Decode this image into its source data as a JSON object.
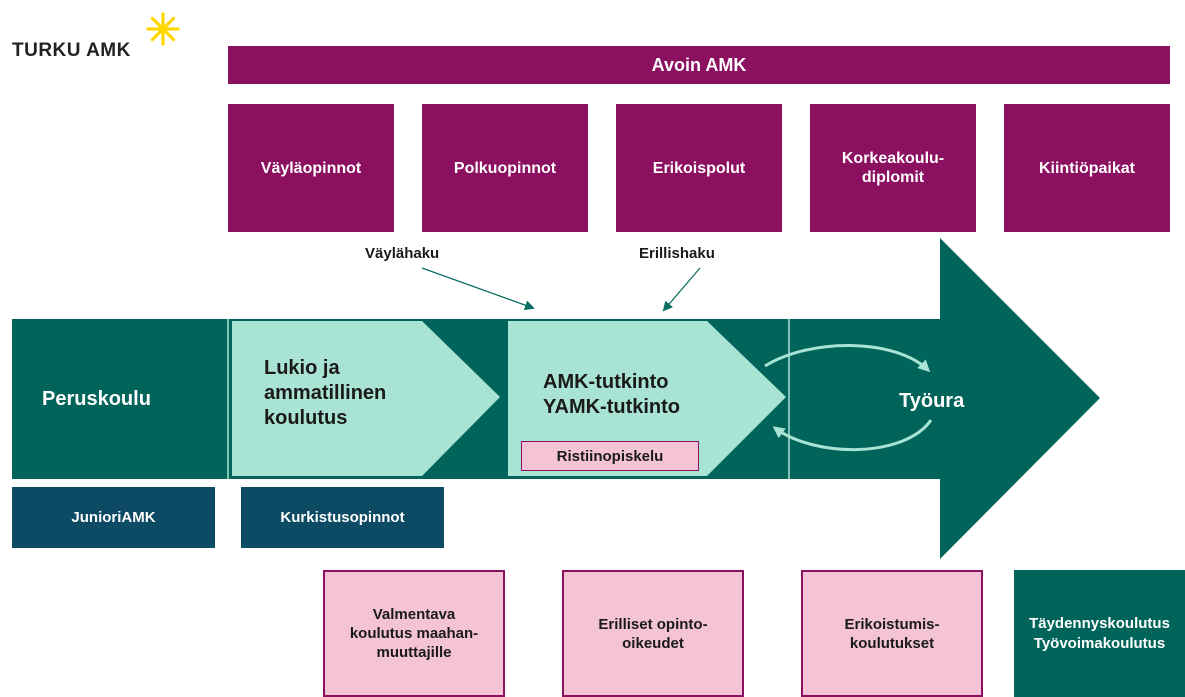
{
  "logo": {
    "text": "TURKU AMK",
    "star_color": "#ffd700"
  },
  "colors": {
    "purple": "#8c1060",
    "dark_green": "#00645a",
    "mint": "#a9e3d3",
    "pink": "#f4c3d6",
    "navy": "#0d4a63"
  },
  "top_banner": "Avoin AMK",
  "top_boxes": [
    "Väyläopinnot",
    "Polkuopinnot",
    "Erikoispolut",
    "Korkeakoulu-\ndiplomit",
    "Kiintiöpaikat"
  ],
  "routes": {
    "vaylahaku": "Väylähaku",
    "erillishaku": "Erillishaku"
  },
  "band": {
    "peruskoulu": "Peruskoulu",
    "lukio": "Lukio ja\nammatillinen\nkoulutus",
    "amk": "AMK-tutkinto\nYAMK-tutkinto",
    "ristiinopiskelu": "Ristiinopiskelu",
    "tyoura": "Työura"
  },
  "lower_boxes": {
    "junioriamk": "JunioriAMK",
    "kurkistusopinnot": "Kurkistusopinnot"
  },
  "bottom_boxes": [
    "Valmentava\nkoulutus maahan-\nmuuttajille",
    "Erilliset opinto-\noikeudet",
    "Erikoistumis-\nkoulutukset"
  ],
  "bottom_green": "Täydennyskoulutus\nTyövoimakoulutus"
}
